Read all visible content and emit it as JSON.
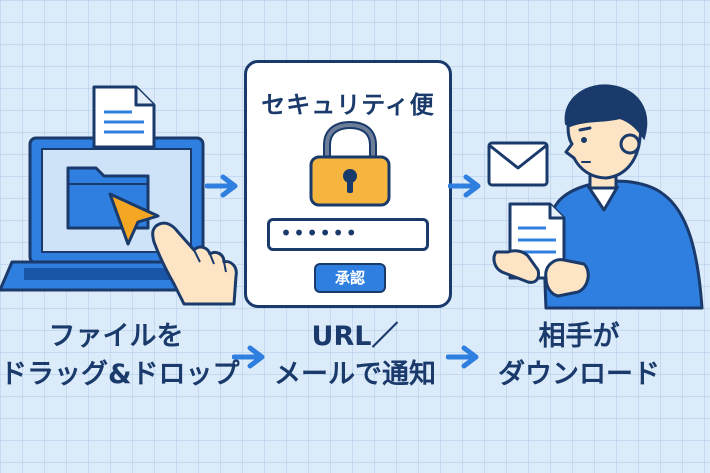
{
  "steps": [
    {
      "line1": "ファイルを",
      "line2": "ドラッグ&ドロップ"
    },
    {
      "line1": "URL／",
      "line2": "メールで通知"
    },
    {
      "line1": "相手が",
      "line2": "ダウンロード"
    }
  ],
  "card": {
    "title": "セキュリティ便",
    "password_mask": "••••••",
    "approve_label": "承認"
  },
  "colors": {
    "background": "#dcebf9",
    "outline": "#1a3a6b",
    "accent_blue": "#2f7fe0",
    "lock_gold": "#f5b53f",
    "cursor_orange": "#f5a623"
  },
  "icons": [
    "document-icon",
    "laptop-icon",
    "folder-icon",
    "cursor-icon",
    "hand-icon",
    "lock-icon",
    "envelope-icon",
    "person-icon"
  ]
}
